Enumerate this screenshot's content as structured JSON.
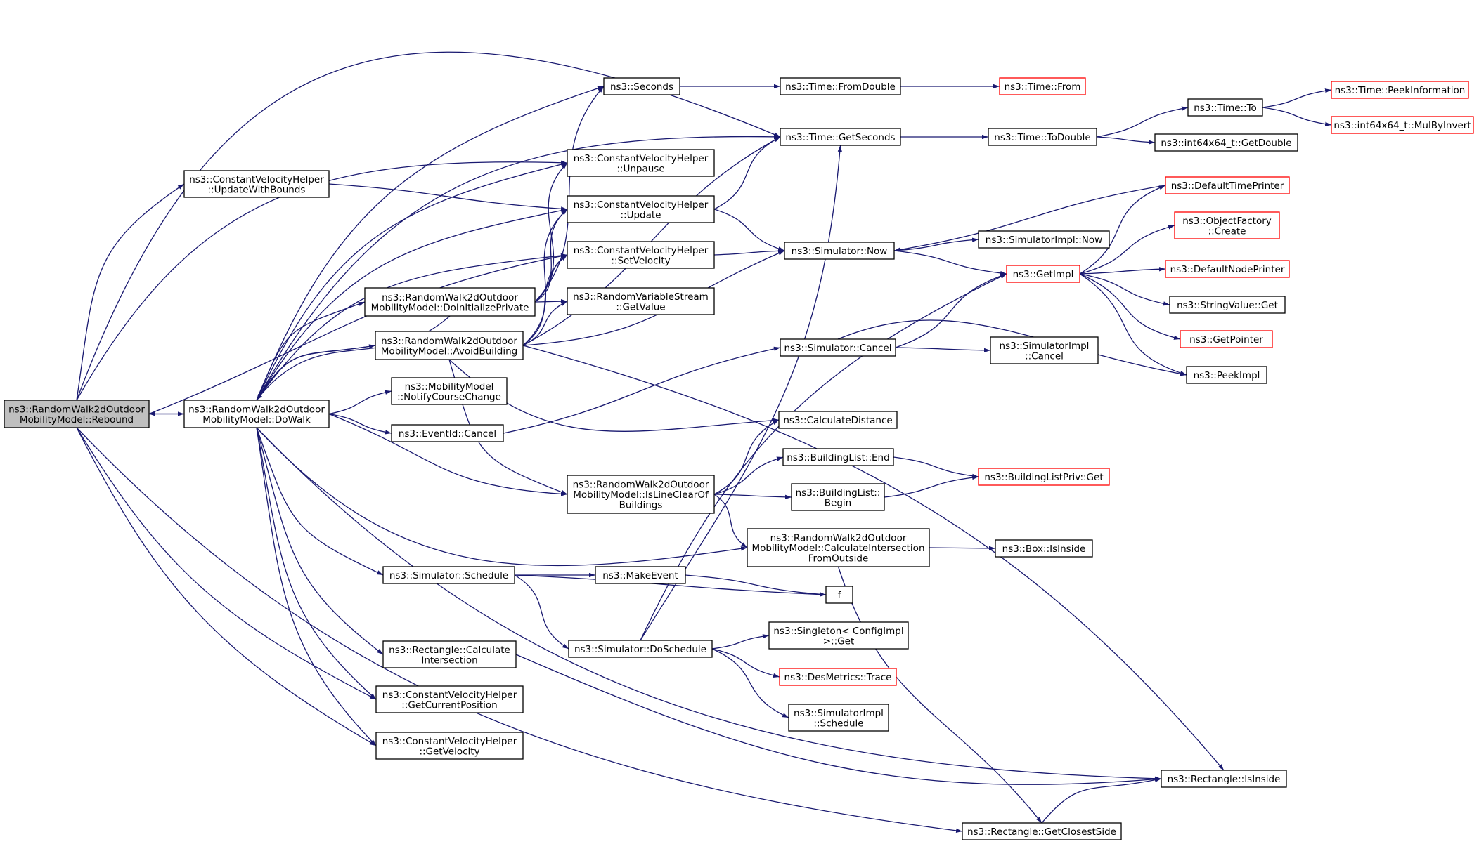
{
  "nodes": [
    {
      "id": "rebound",
      "lines": [
        "ns3::RandomWalk2dOutdoor",
        "MobilityModel::Rebound"
      ],
      "kind": "root"
    },
    {
      "id": "dowalk",
      "lines": [
        "ns3::RandomWalk2dOutdoor",
        "MobilityModel::DoWalk"
      ]
    },
    {
      "id": "updatewithbounds",
      "lines": [
        "ns3::ConstantVelocityHelper",
        "::UpdateWithBounds"
      ]
    },
    {
      "id": "seconds",
      "lines": [
        "ns3::Seconds"
      ]
    },
    {
      "id": "fromdouble",
      "lines": [
        "ns3::Time::FromDouble"
      ]
    },
    {
      "id": "timefrom",
      "lines": [
        "ns3::Time::From"
      ],
      "kind": "ext"
    },
    {
      "id": "getseconds",
      "lines": [
        "ns3::Time::GetSeconds"
      ]
    },
    {
      "id": "todouble",
      "lines": [
        "ns3::Time::ToDouble"
      ]
    },
    {
      "id": "timeto",
      "lines": [
        "ns3::Time::To"
      ]
    },
    {
      "id": "peekinfo",
      "lines": [
        "ns3::Time::PeekInformation"
      ],
      "kind": "ext"
    },
    {
      "id": "mulbyinvert",
      "lines": [
        "ns3::int64x64_t::MulByInvert"
      ],
      "kind": "ext"
    },
    {
      "id": "getdouble",
      "lines": [
        "ns3::int64x64_t::GetDouble"
      ]
    },
    {
      "id": "unpause",
      "lines": [
        "ns3::ConstantVelocityHelper",
        "::Unpause"
      ]
    },
    {
      "id": "update",
      "lines": [
        "ns3::ConstantVelocityHelper",
        "::Update"
      ]
    },
    {
      "id": "setvelocity",
      "lines": [
        "ns3::ConstantVelocityHelper",
        "::SetVelocity"
      ]
    },
    {
      "id": "getvalue",
      "lines": [
        "ns3::RandomVariableStream",
        "::GetValue"
      ]
    },
    {
      "id": "doinitprivate",
      "lines": [
        "ns3::RandomWalk2dOutdoor",
        "MobilityModel::DoInitializePrivate"
      ]
    },
    {
      "id": "avoidbuilding",
      "lines": [
        "ns3::RandomWalk2dOutdoor",
        "MobilityModel::AvoidBuilding"
      ]
    },
    {
      "id": "notifycourse",
      "lines": [
        "ns3::MobilityModel",
        "::NotifyCourseChange"
      ]
    },
    {
      "id": "eventcancel",
      "lines": [
        "ns3::EventId::Cancel"
      ]
    },
    {
      "id": "simnow",
      "lines": [
        "ns3::Simulator::Now"
      ]
    },
    {
      "id": "simimplnow",
      "lines": [
        "ns3::SimulatorImpl::Now"
      ]
    },
    {
      "id": "defaulttimeprinter",
      "lines": [
        "ns3::DefaultTimePrinter"
      ],
      "kind": "ext"
    },
    {
      "id": "objfactory",
      "lines": [
        "ns3::ObjectFactory",
        "::Create"
      ],
      "kind": "ext"
    },
    {
      "id": "getimpl",
      "lines": [
        "ns3::GetImpl"
      ],
      "kind": "ext"
    },
    {
      "id": "defaultnodeprinter",
      "lines": [
        "ns3::DefaultNodePrinter"
      ],
      "kind": "ext"
    },
    {
      "id": "stringvalueget",
      "lines": [
        "ns3::StringValue::Get"
      ]
    },
    {
      "id": "getpointer",
      "lines": [
        "ns3::GetPointer"
      ],
      "kind": "ext"
    },
    {
      "id": "peekimpl",
      "lines": [
        "ns3::PeekImpl"
      ]
    },
    {
      "id": "simcancel",
      "lines": [
        "ns3::Simulator::Cancel"
      ]
    },
    {
      "id": "simimplcancel",
      "lines": [
        "ns3::SimulatorImpl",
        "::Cancel"
      ]
    },
    {
      "id": "calcdistance",
      "lines": [
        "ns3::CalculateDistance"
      ]
    },
    {
      "id": "isclear",
      "lines": [
        "ns3::RandomWalk2dOutdoor",
        "MobilityModel::IsLineClearOf",
        "Buildings"
      ]
    },
    {
      "id": "blend",
      "lines": [
        "ns3::BuildingList::End"
      ]
    },
    {
      "id": "blbegin",
      "lines": [
        "ns3::BuildingList::",
        "Begin"
      ]
    },
    {
      "id": "blprivget",
      "lines": [
        "ns3::BuildingListPriv::Get"
      ],
      "kind": "ext"
    },
    {
      "id": "calcintersect",
      "lines": [
        "ns3::RandomWalk2dOutdoor",
        "MobilityModel::CalculateIntersection",
        "FromOutside"
      ]
    },
    {
      "id": "boxisinside",
      "lines": [
        "ns3::Box::IsInside"
      ]
    },
    {
      "id": "schedule",
      "lines": [
        "ns3::Simulator::Schedule"
      ]
    },
    {
      "id": "makeevent",
      "lines": [
        "ns3::MakeEvent"
      ]
    },
    {
      "id": "f",
      "lines": [
        "f"
      ]
    },
    {
      "id": "doschedule",
      "lines": [
        "ns3::Simulator::DoSchedule"
      ]
    },
    {
      "id": "singleton",
      "lines": [
        "ns3::Singleton< ConfigImpl",
        ">::Get"
      ]
    },
    {
      "id": "desmetrics",
      "lines": [
        "ns3::DesMetrics::Trace"
      ],
      "kind": "ext"
    },
    {
      "id": "simimplschedule",
      "lines": [
        "ns3::SimulatorImpl",
        "::Schedule"
      ]
    },
    {
      "id": "rectcalc",
      "lines": [
        "ns3::Rectangle::Calculate",
        "Intersection"
      ]
    },
    {
      "id": "getcurrentpos",
      "lines": [
        "ns3::ConstantVelocityHelper",
        "::GetCurrentPosition"
      ]
    },
    {
      "id": "getvelocity",
      "lines": [
        "ns3::ConstantVelocityHelper",
        "::GetVelocity"
      ]
    },
    {
      "id": "rectisinside",
      "lines": [
        "ns3::Rectangle::IsInside"
      ]
    },
    {
      "id": "closestside",
      "lines": [
        "ns3::Rectangle::GetClosestSide"
      ]
    }
  ],
  "edges": [
    [
      "rebound",
      "dowalk"
    ],
    [
      "dowalk",
      "rebound"
    ],
    [
      "rebound",
      "getseconds"
    ],
    [
      "rebound",
      "updatewithbounds"
    ],
    [
      "rebound",
      "unpause"
    ],
    [
      "rebound",
      "setvelocity"
    ],
    [
      "rebound",
      "getcurrentpos"
    ],
    [
      "rebound",
      "getvelocity"
    ],
    [
      "rebound",
      "closestside"
    ],
    [
      "updatewithbounds",
      "update"
    ],
    [
      "dowalk",
      "seconds"
    ],
    [
      "dowalk",
      "getseconds"
    ],
    [
      "dowalk",
      "unpause"
    ],
    [
      "dowalk",
      "update"
    ],
    [
      "dowalk",
      "setvelocity"
    ],
    [
      "dowalk",
      "doinitprivate"
    ],
    [
      "dowalk",
      "avoidbuilding"
    ],
    [
      "dowalk",
      "notifycourse"
    ],
    [
      "dowalk",
      "eventcancel"
    ],
    [
      "dowalk",
      "isclear"
    ],
    [
      "dowalk",
      "calcintersect"
    ],
    [
      "dowalk",
      "schedule"
    ],
    [
      "dowalk",
      "rectcalc"
    ],
    [
      "dowalk",
      "getcurrentpos"
    ],
    [
      "dowalk",
      "getvelocity"
    ],
    [
      "dowalk",
      "rectisinside"
    ],
    [
      "doinitprivate",
      "dowalk"
    ],
    [
      "avoidbuilding",
      "dowalk"
    ],
    [
      "doinitprivate",
      "seconds"
    ],
    [
      "doinitprivate",
      "unpause"
    ],
    [
      "doinitprivate",
      "update"
    ],
    [
      "doinitprivate",
      "setvelocity"
    ],
    [
      "doinitprivate",
      "getvalue"
    ],
    [
      "avoidbuilding",
      "getseconds"
    ],
    [
      "avoidbuilding",
      "update"
    ],
    [
      "avoidbuilding",
      "setvelocity"
    ],
    [
      "avoidbuilding",
      "getvalue"
    ],
    [
      "avoidbuilding",
      "simnow"
    ],
    [
      "avoidbuilding",
      "calcdistance"
    ],
    [
      "avoidbuilding",
      "isclear"
    ],
    [
      "avoidbuilding",
      "rectisinside"
    ],
    [
      "seconds",
      "fromdouble"
    ],
    [
      "fromdouble",
      "timefrom"
    ],
    [
      "getseconds",
      "todouble"
    ],
    [
      "todouble",
      "timeto"
    ],
    [
      "todouble",
      "getdouble"
    ],
    [
      "timeto",
      "peekinfo"
    ],
    [
      "timeto",
      "mulbyinvert"
    ],
    [
      "update",
      "getseconds"
    ],
    [
      "update",
      "simnow"
    ],
    [
      "setvelocity",
      "simnow"
    ],
    [
      "simnow",
      "simimplnow"
    ],
    [
      "simnow",
      "getimpl"
    ],
    [
      "defaulttimeprinter",
      "simnow"
    ],
    [
      "getimpl",
      "defaulttimeprinter"
    ],
    [
      "getimpl",
      "objfactory"
    ],
    [
      "getimpl",
      "defaultnodeprinter"
    ],
    [
      "getimpl",
      "stringvalueget"
    ],
    [
      "getimpl",
      "getpointer"
    ],
    [
      "getimpl",
      "peekimpl"
    ],
    [
      "eventcancel",
      "simcancel"
    ],
    [
      "simcancel",
      "getimpl"
    ],
    [
      "simcancel",
      "simimplcancel"
    ],
    [
      "simcancel",
      "peekimpl"
    ],
    [
      "isclear",
      "calcdistance"
    ],
    [
      "isclear",
      "blend"
    ],
    [
      "isclear",
      "blbegin"
    ],
    [
      "isclear",
      "calcintersect"
    ],
    [
      "blend",
      "blprivget"
    ],
    [
      "blbegin",
      "blprivget"
    ],
    [
      "calcintersect",
      "boxisinside"
    ],
    [
      "calcintersect",
      "closestside"
    ],
    [
      "schedule",
      "makeevent"
    ],
    [
      "schedule",
      "f"
    ],
    [
      "schedule",
      "doschedule"
    ],
    [
      "makeevent",
      "f"
    ],
    [
      "doschedule",
      "getseconds"
    ],
    [
      "doschedule",
      "getimpl"
    ],
    [
      "doschedule",
      "singleton"
    ],
    [
      "doschedule",
      "desmetrics"
    ],
    [
      "doschedule",
      "simimplschedule"
    ],
    [
      "rectcalc",
      "rectisinside"
    ],
    [
      "closestside",
      "rectisinside"
    ]
  ],
  "colors": {
    "edge": "#191970",
    "node_border": "#000000",
    "external_border": "#ff0000",
    "root_fill": "#bfbfbf"
  }
}
